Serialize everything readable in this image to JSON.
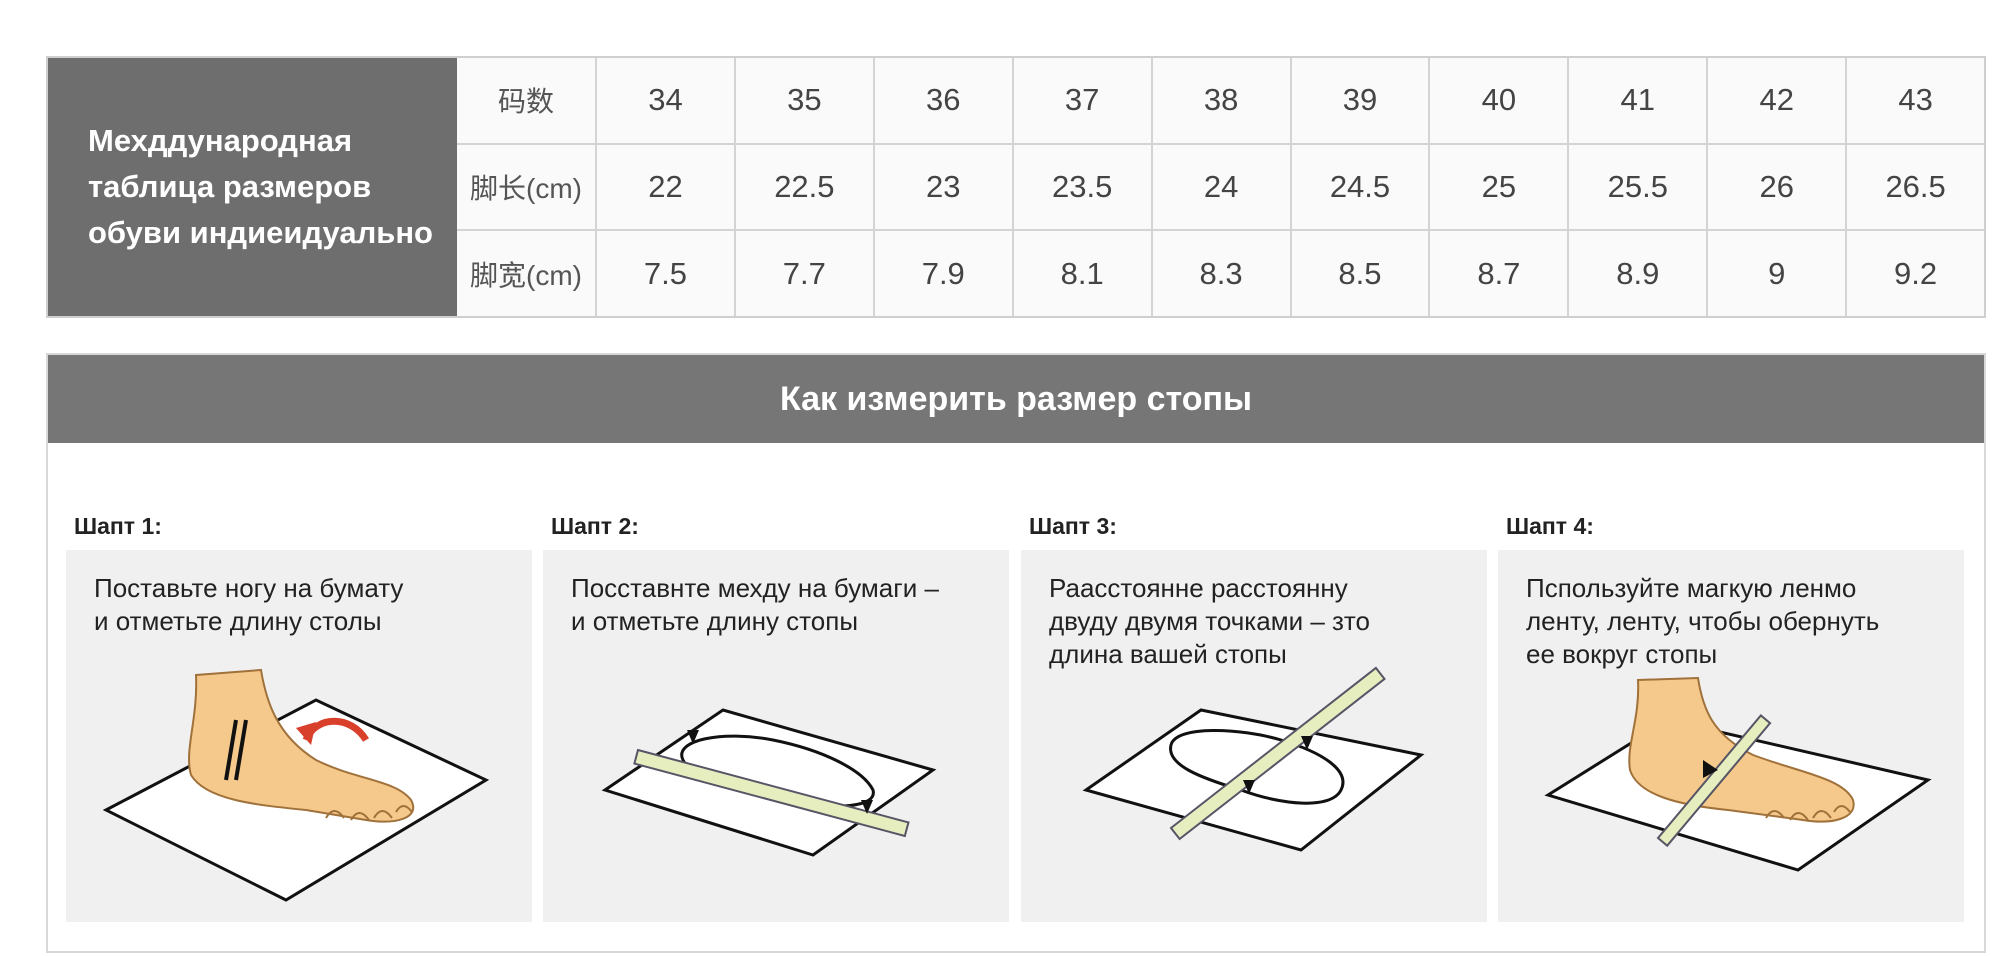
{
  "size_table": {
    "title": "Мехддународная\nтаблица размеров\nобуви индиеидуально",
    "rows": [
      {
        "label": "码数",
        "values": [
          "34",
          "35",
          "36",
          "37",
          "38",
          "39",
          "40",
          "41",
          "42",
          "43"
        ]
      },
      {
        "label": "脚长(cm)",
        "values": [
          "22",
          "22.5",
          "23",
          "23.5",
          "24",
          "24.5",
          "25",
          "25.5",
          "26",
          "26.5"
        ]
      },
      {
        "label": "脚宽(cm)",
        "values": [
          "7.5",
          "7.7",
          "7.9",
          "8.1",
          "8.3",
          "8.5",
          "8.7",
          "8.9",
          "9",
          "9.2"
        ]
      }
    ]
  },
  "measure": {
    "title": "Как измерить размер стопы",
    "steps": [
      {
        "label": "Шапт 1:",
        "text": "Поставьте ногу на бумату\nи отметьте длину столы",
        "icon": "foot-on-paper-icon"
      },
      {
        "label": "Шапт 2:",
        "text": "Посставнте мехду на бумаги –\nи отметьте длину стопы",
        "icon": "ruler-outline-icon"
      },
      {
        "label": "Шапт 3:",
        "text": "Раасстоянне расстоянну\nдвуду двумя точками – зто\nдлина вашей стопы",
        "icon": "ruler-length-icon"
      },
      {
        "label": "Шапт 4:",
        "text": "Пспользуйте магкую ленмо\nленту, ленту, чтобы обернуть\nее вокруг стопы",
        "icon": "tape-around-foot-icon"
      }
    ]
  },
  "colors": {
    "header_gray": "#6e6e6e",
    "card_bg": "#f0f0f0",
    "skin": "#f5c98b",
    "ruler": "#e6edbf",
    "arrow_red": "#d9402b"
  }
}
